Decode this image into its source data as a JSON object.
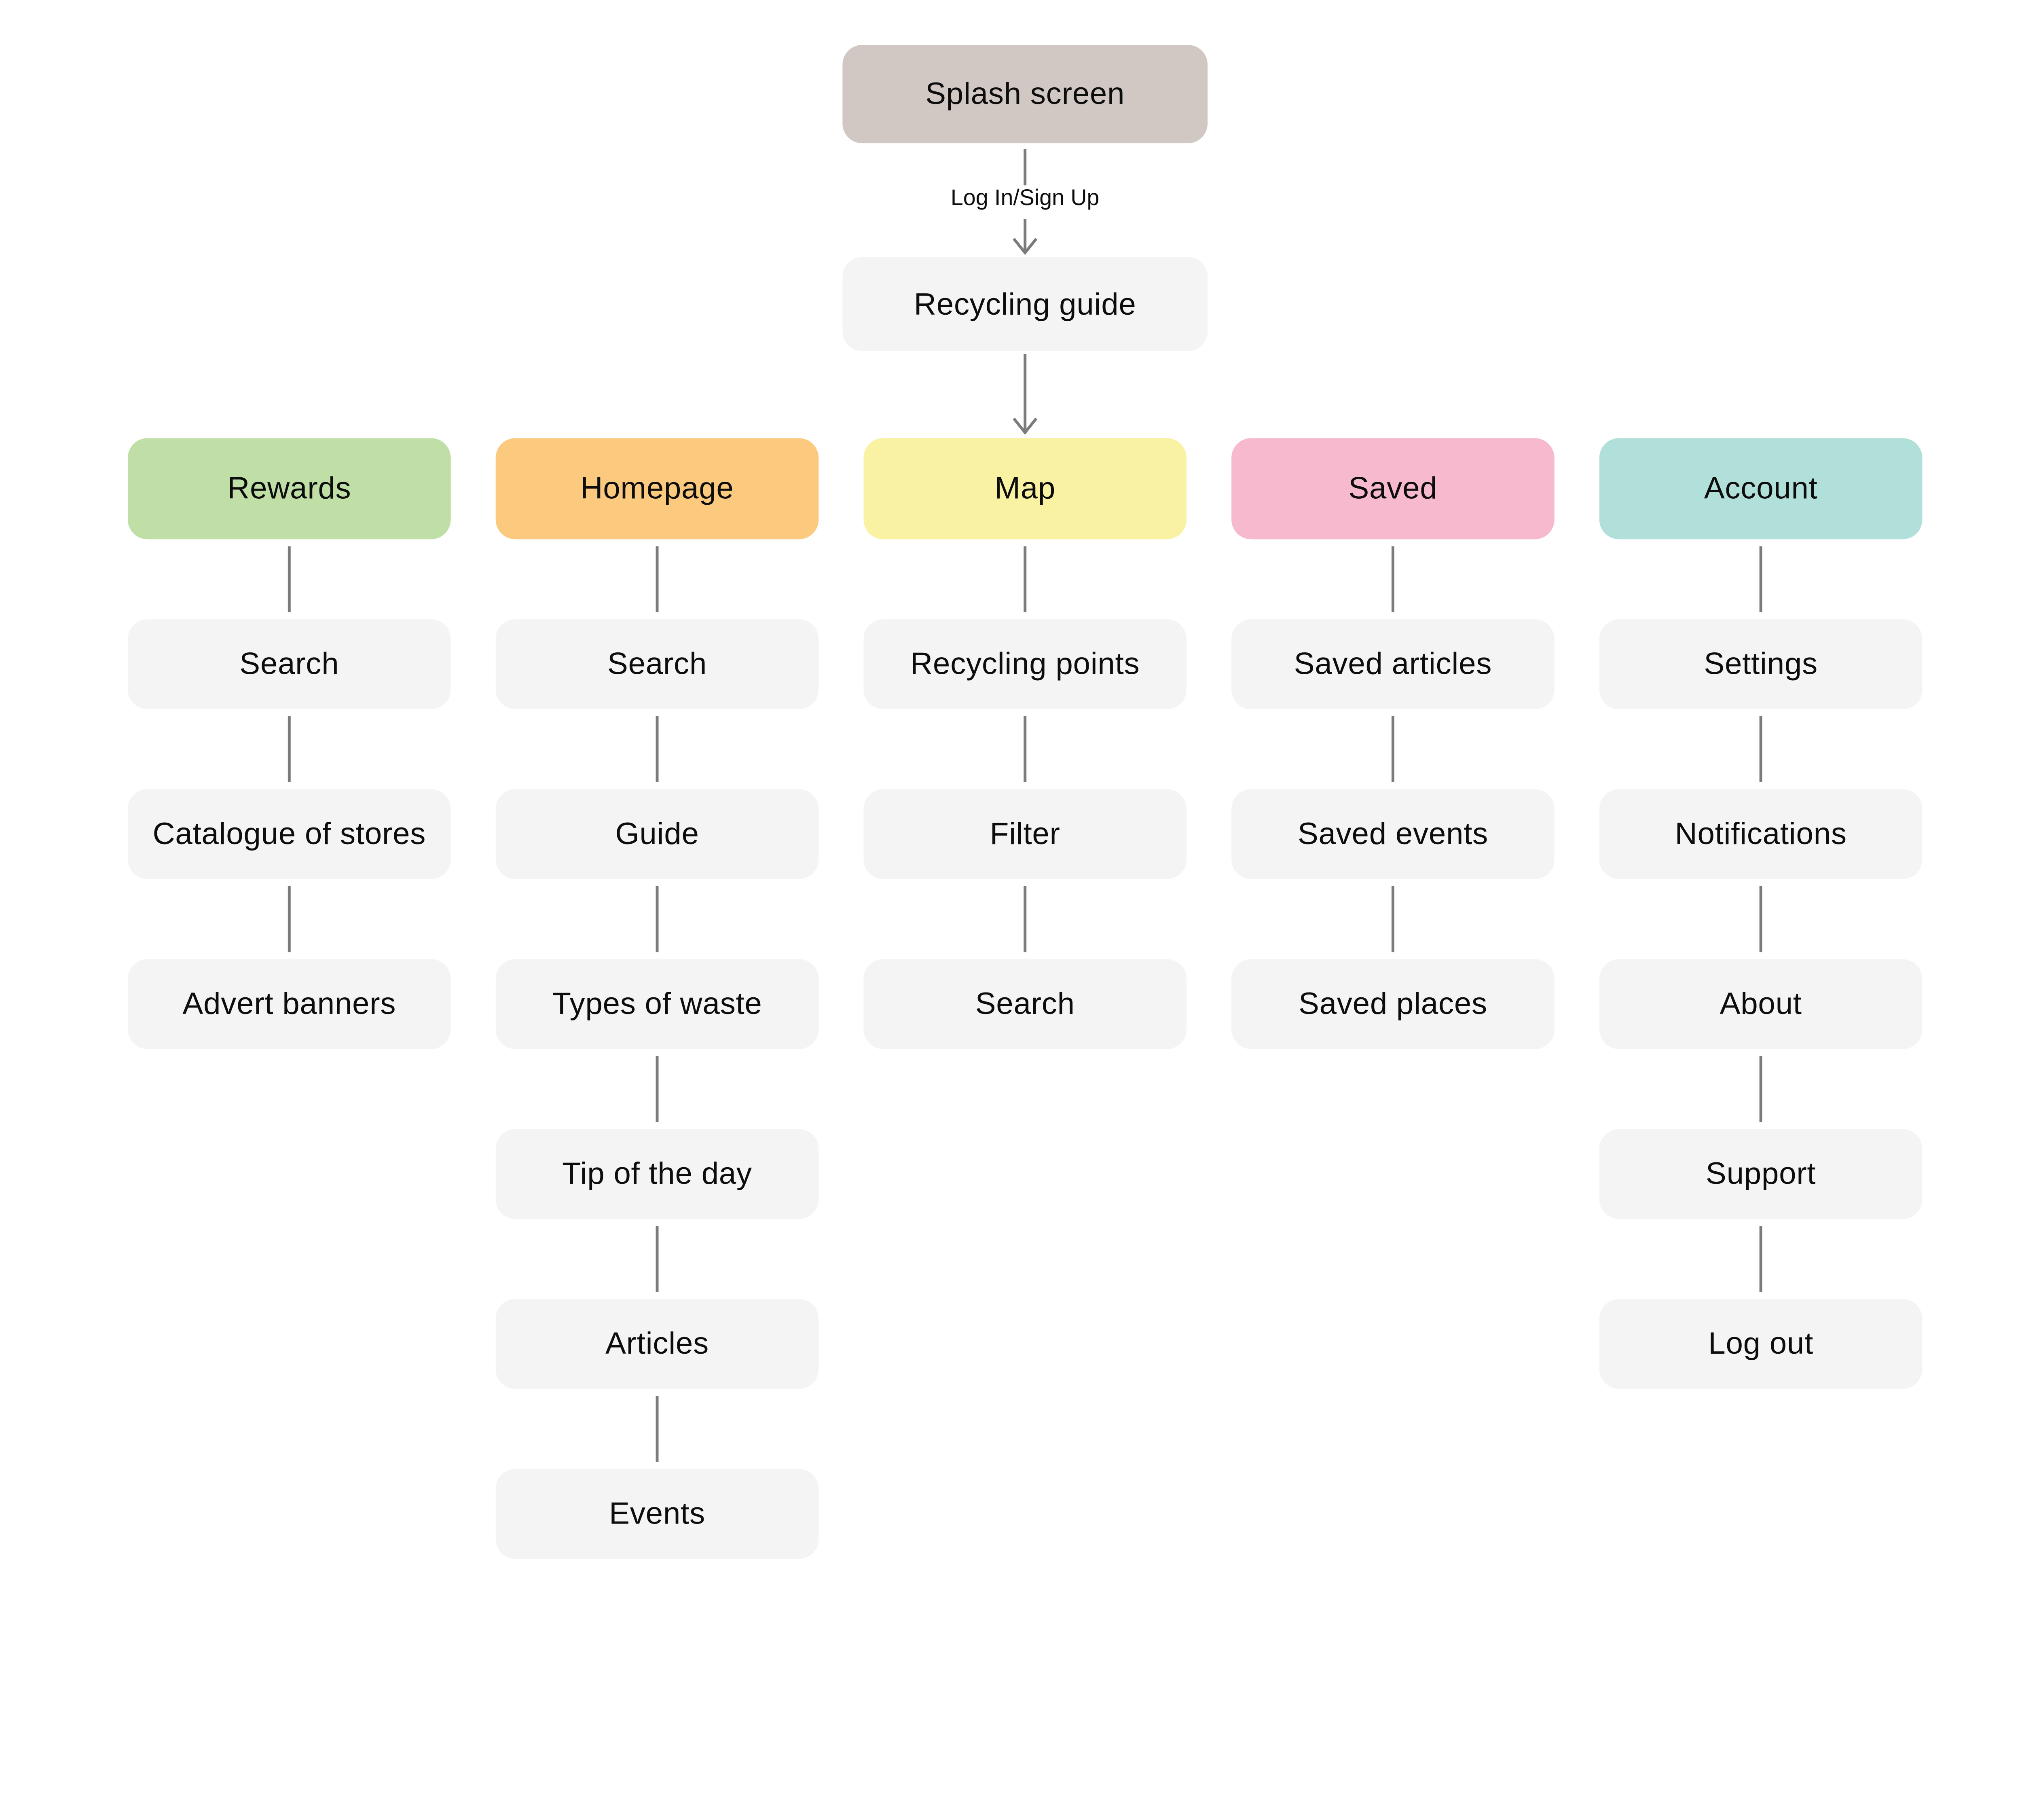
{
  "page": {
    "background": "#ffffff"
  },
  "palette": {
    "root_node": "#d2c8c3",
    "neutral_node": "#f4f4f5",
    "connector": "#7b7b7b",
    "text": "#0d0d0d"
  },
  "flow": {
    "root": "Splash screen",
    "edge_label": "Log In/Sign Up",
    "entry": "Recycling guide"
  },
  "columns": [
    {
      "id": "rewards",
      "label": "Rewards",
      "color": "#bfdfa6",
      "items": [
        "Search",
        "Catalogue of stores",
        "Advert banners"
      ]
    },
    {
      "id": "homepage",
      "label": "Homepage",
      "color": "#fbca7e",
      "items": [
        "Search",
        "Guide",
        "Types of waste",
        "Tip of the day",
        "Articles",
        "Events"
      ]
    },
    {
      "id": "map",
      "label": "Map",
      "color": "#f8f2a2",
      "items": [
        "Recycling points",
        "Filter",
        "Search"
      ]
    },
    {
      "id": "saved",
      "label": "Saved",
      "color": "#f7b9cd",
      "items": [
        "Saved articles",
        "Saved events",
        "Saved places"
      ]
    },
    {
      "id": "account",
      "label": "Account",
      "color": "#b1dfda",
      "items": [
        "Settings",
        "Notifications",
        "About",
        "Support",
        "Log out"
      ]
    }
  ]
}
